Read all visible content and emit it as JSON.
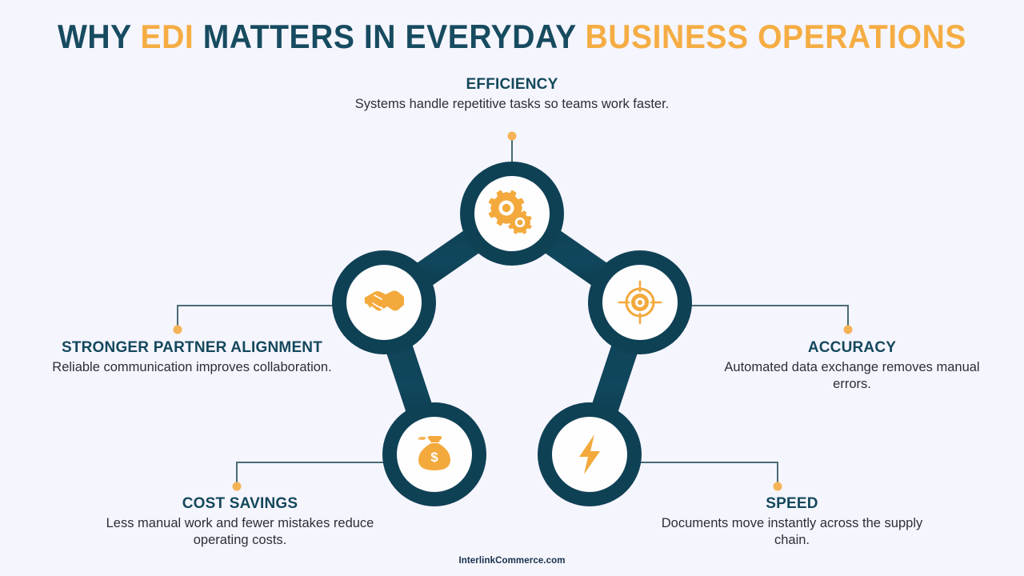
{
  "title": {
    "segments": [
      {
        "text": "WHY ",
        "color": "dark"
      },
      {
        "text": "EDI ",
        "color": "amber"
      },
      {
        "text": "MATTERS IN EVERYDAY ",
        "color": "dark"
      },
      {
        "text": "BUSINESS OPERATIONS",
        "color": "amber"
      }
    ],
    "full_text": "WHY EDI MATTERS IN EVERYDAY BUSINESS OPERATIONS"
  },
  "colors": {
    "background": "#f5f5fd",
    "dark_teal": "#14485c",
    "ring_navy": "#0f4155",
    "amber": "#f5ad43",
    "body_text": "#2b2f38",
    "connector_line": "#4a6b76",
    "icon_circle": "#ffffff"
  },
  "nodes": [
    {
      "id": "efficiency",
      "heading": "EFFICIENCY",
      "description": "Systems handle repetitive tasks so teams work faster.",
      "icon": "gears-icon",
      "position": "top"
    },
    {
      "id": "stronger-partner-alignment",
      "heading": "STRONGER PARTNER ALIGNMENT",
      "description": "Reliable communication improves collaboration.",
      "icon": "handshake-icon",
      "position": "left"
    },
    {
      "id": "accuracy",
      "heading": "ACCURACY",
      "description": "Automated data exchange removes manual errors.",
      "icon": "target-icon",
      "position": "right"
    },
    {
      "id": "cost-savings",
      "heading": "COST SAVINGS",
      "description": "Less manual work and fewer mistakes reduce operating costs.",
      "icon": "money-bag-icon",
      "position": "bottom-left"
    },
    {
      "id": "speed",
      "heading": "SPEED",
      "description": "Documents move instantly across the supply chain.",
      "icon": "lightning-bolt-icon",
      "position": "bottom-right"
    }
  ],
  "footer": {
    "text": "InterlinkCommerce.com"
  }
}
